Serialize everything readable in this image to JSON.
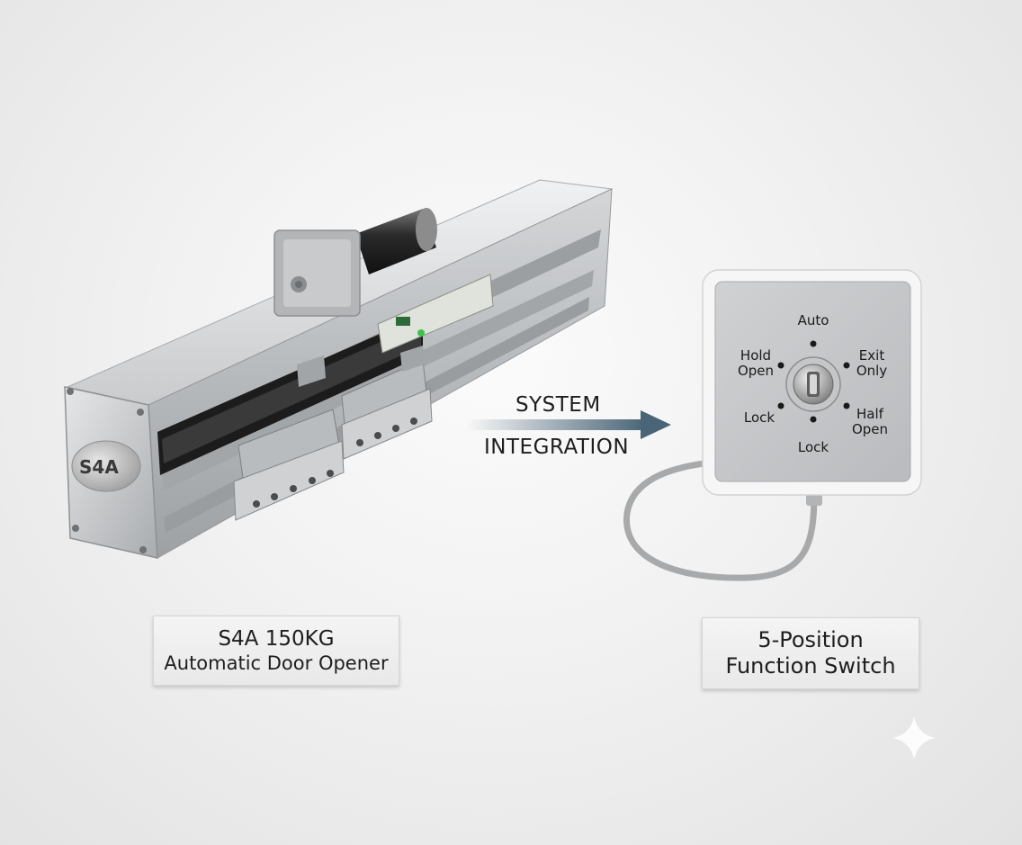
{
  "opener": {
    "badge": "S4A",
    "label_line1": "S4A 150KG",
    "label_line2": "Automatic Door Opener"
  },
  "integration": {
    "line1": "SYSTEM",
    "line2": "INTEGRATION"
  },
  "switch": {
    "positions": {
      "auto": "Auto",
      "hold_open_1": "Hold",
      "hold_open_2": "Open",
      "exit_only_1": "Exit",
      "exit_only_2": "Only",
      "lock_left": "Lock",
      "half_open_1": "Half",
      "half_open_2": "Open",
      "lock_bottom": "Lock"
    },
    "label_line1": "5-Position",
    "label_line2": "Function Switch"
  },
  "icons": [
    "sparkle-icon",
    "arrow-right-icon",
    "key-cylinder-icon"
  ]
}
